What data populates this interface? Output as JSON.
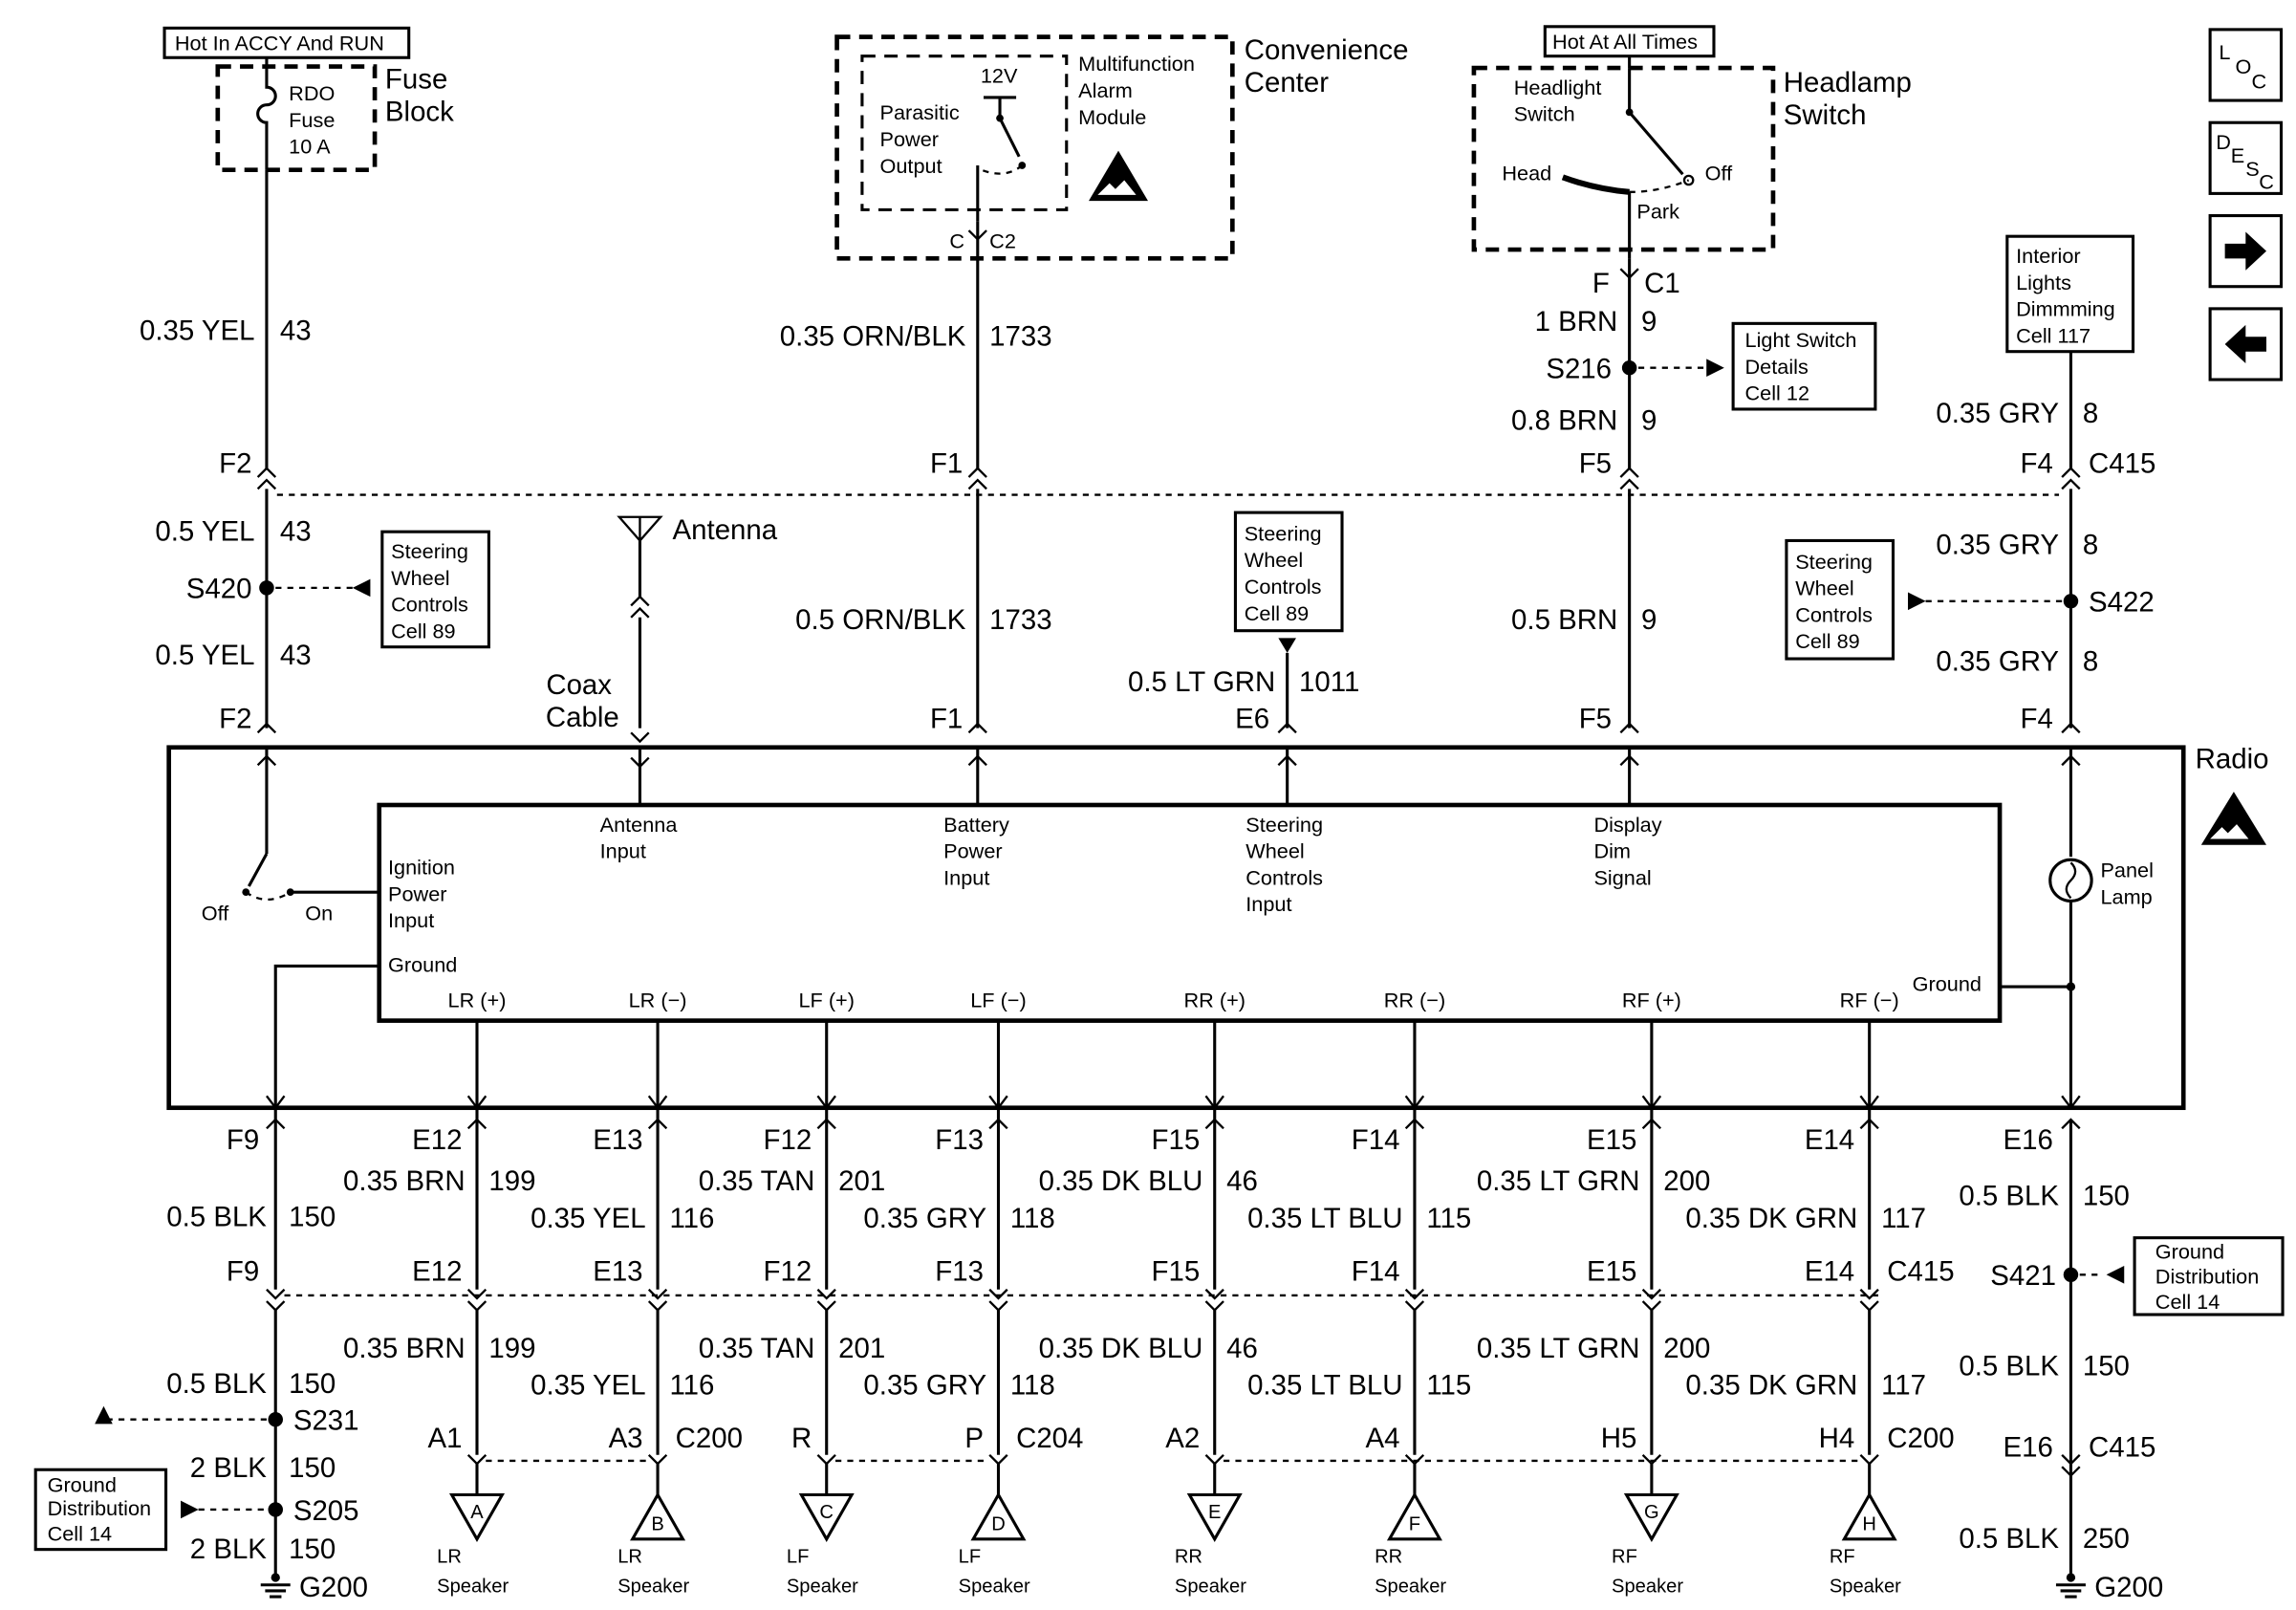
{
  "nav": {
    "loc": [
      "L",
      "O",
      "C"
    ],
    "desc": [
      "D",
      "E",
      "S",
      "C"
    ]
  },
  "top": {
    "hot_accy_run": "Hot In ACCY And RUN",
    "hot_all_times": "Hot At All Times",
    "fuse_block": [
      "Fuse",
      "Block"
    ],
    "fuse": [
      "RDO",
      "Fuse",
      "10 A"
    ],
    "convenience_center": [
      "Convenience",
      "Center"
    ],
    "parasitic": [
      "Parasitic",
      "Power",
      "Output"
    ],
    "v12": "12V",
    "alarm_module": [
      "Multifunction",
      "Alarm",
      "Module"
    ],
    "c_c2": [
      "C",
      "C2"
    ],
    "headlamp_switch": [
      "Headlamp",
      "Switch"
    ],
    "headlight_switch": [
      "Headlight",
      "Switch"
    ],
    "head": "Head",
    "off": "Off",
    "park": "Park",
    "f_c1": [
      "F",
      "C1"
    ],
    "light_switch_details": [
      "Light Switch",
      "Details",
      "Cell 12"
    ],
    "interior_lights": [
      "Interior",
      "Lights",
      "Dimmming",
      "Cell 117"
    ]
  },
  "upper_wires": {
    "w43_top": [
      "0.35 YEL",
      "43"
    ],
    "w1733_top": [
      "0.35 ORN/BLK",
      "1733"
    ],
    "w9_1brn": [
      "1 BRN",
      "9"
    ],
    "s216": "S216",
    "w9_08brn": [
      "0.8 BRN",
      "9"
    ],
    "w8_top": [
      "0.35 GRY",
      "8"
    ],
    "f2": "F2",
    "f1": "F1",
    "f5": "F5",
    "f4": "F4",
    "c415": "C415",
    "w43_mid1": [
      "0.5 YEL",
      "43"
    ],
    "s420": "S420",
    "w43_mid2": [
      "0.5 YEL",
      "43"
    ],
    "steering_cell89": [
      "Steering",
      "Wheel",
      "Controls",
      "Cell 89"
    ],
    "antenna": "Antenna",
    "coax": [
      "Coax",
      "Cable"
    ],
    "w1733_mid": [
      "0.5 ORN/BLK",
      "1733"
    ],
    "w1011": [
      "0.5 LT GRN",
      "1011"
    ],
    "e6": "E6",
    "w9_mid": [
      "0.5 BRN",
      "9"
    ],
    "w8_mid1": [
      "0.35 GRY",
      "8"
    ],
    "s422": "S422",
    "w8_mid2": [
      "0.35 GRY",
      "8"
    ]
  },
  "radio": {
    "title": "Radio",
    "ignition": [
      "Ignition",
      "Power",
      "Input"
    ],
    "ground_left": "Ground",
    "off": "Off",
    "on": "On",
    "antenna_input": [
      "Antenna",
      "Input"
    ],
    "battery_input": [
      "Battery",
      "Power",
      "Input"
    ],
    "steering_input": [
      "Steering",
      "Wheel",
      "Controls",
      "Input"
    ],
    "display_dim": [
      "Display",
      "Dim",
      "Signal"
    ],
    "panel_lamp": [
      "Panel",
      "Lamp"
    ],
    "ground_right": "Ground",
    "pins": [
      "LR (+)",
      "LR (−)",
      "LF (+)",
      "LF (−)",
      "RR (+)",
      "RR (−)",
      "RF (+)",
      "RF (−)"
    ]
  },
  "lower": {
    "f9": "F9",
    "w150_top": [
      "0.5 BLK",
      "150"
    ],
    "e16": "E16",
    "w150_r_top": [
      "0.5 BLK",
      "150"
    ],
    "s421": "S421",
    "ground_dist": [
      "Ground",
      "Distribution",
      "Cell 14"
    ],
    "w150_r_mid": [
      "0.5 BLK",
      "150"
    ],
    "c415": "C415",
    "w250": [
      "0.5 BLK",
      "250"
    ],
    "g200": "G200",
    "w150_l_mid": [
      "0.5 BLK",
      "150"
    ],
    "s231": "S231",
    "w150_2blk1": [
      "2 BLK",
      "150"
    ],
    "s205": "S205",
    "w150_2blk2": [
      "2 BLK",
      "150"
    ],
    "c200": "C200",
    "c204": "C204",
    "speaker_channels": [
      {
        "conn_upper": "E12",
        "wire": "0.35 BRN",
        "circuit": "199",
        "conn_lower": "A1",
        "letter": "A",
        "speaker": [
          "LR",
          "Speaker"
        ]
      },
      {
        "conn_upper": "E13",
        "wire": "0.35 YEL",
        "circuit": "116",
        "conn_lower": "A3",
        "letter": "B",
        "speaker": [
          "LR",
          "Speaker"
        ]
      },
      {
        "conn_upper": "F12",
        "wire": "0.35 TAN",
        "circuit": "201",
        "conn_lower": "R",
        "letter": "C",
        "speaker": [
          "LF",
          "Speaker"
        ]
      },
      {
        "conn_upper": "F13",
        "wire": "0.35 GRY",
        "circuit": "118",
        "conn_lower": "P",
        "letter": "D",
        "speaker": [
          "LF",
          "Speaker"
        ]
      },
      {
        "conn_upper": "F15",
        "wire": "0.35 DK BLU",
        "circuit": "46",
        "conn_lower": "A2",
        "letter": "E",
        "speaker": [
          "RR",
          "Speaker"
        ]
      },
      {
        "conn_upper": "F14",
        "wire": "0.35 LT BLU",
        "circuit": "115",
        "conn_lower": "A4",
        "letter": "F",
        "speaker": [
          "RR",
          "Speaker"
        ]
      },
      {
        "conn_upper": "E15",
        "wire": "0.35 LT GRN",
        "circuit": "200",
        "conn_lower": "H5",
        "letter": "G",
        "speaker": [
          "RF",
          "Speaker"
        ]
      },
      {
        "conn_upper": "E14",
        "wire": "0.35 DK GRN",
        "circuit": "117",
        "conn_lower": "H4",
        "letter": "H",
        "speaker": [
          "RF",
          "Speaker"
        ]
      }
    ]
  }
}
